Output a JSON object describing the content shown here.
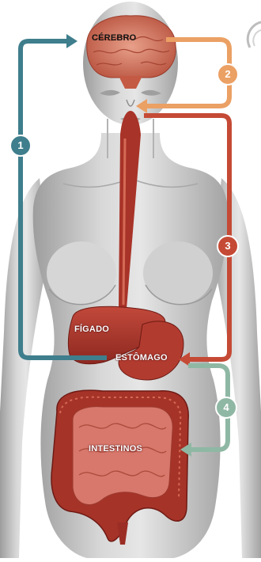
{
  "labels": {
    "brain": "CÉREBRO",
    "liver": "FÍGADO",
    "stomach": "ESTÔMAGO",
    "intestines": "INTESTINOS"
  },
  "steps": [
    {
      "number": "1",
      "color": "#3f7e8c"
    },
    {
      "number": "2",
      "color": "#eba064"
    },
    {
      "number": "3",
      "color": "#c54a35"
    },
    {
      "number": "4",
      "color": "#8fb8a4"
    }
  ],
  "colors": {
    "body": "#c6c6c6",
    "organ_dark": "#9b2d25",
    "organ_mid": "#c2493b",
    "organ_light": "#dd7f66",
    "brain": "#d98a72"
  }
}
